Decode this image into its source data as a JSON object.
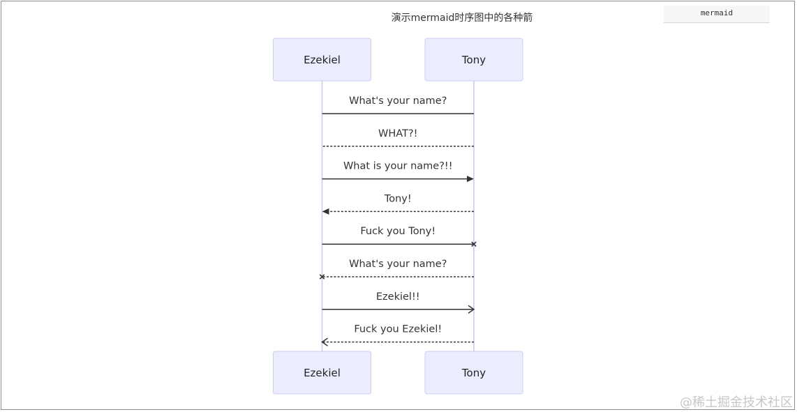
{
  "code_block": {
    "language_label": "mermaid"
  },
  "diagram": {
    "title": "演示mermaid时序图中的各种箭",
    "participants": [
      {
        "id": "ezekiel",
        "label": "Ezekiel"
      },
      {
        "id": "tony",
        "label": "Tony"
      }
    ],
    "messages": [
      {
        "from": "tony",
        "to": "ezekiel",
        "text": "What's your name?",
        "line": "solid",
        "head": "none"
      },
      {
        "from": "tony",
        "to": "ezekiel",
        "text": "WHAT?!",
        "line": "dotted",
        "head": "none"
      },
      {
        "from": "ezekiel",
        "to": "tony",
        "text": "What is your name?!!",
        "line": "solid",
        "head": "filled"
      },
      {
        "from": "tony",
        "to": "ezekiel",
        "text": "Tony!",
        "line": "dotted",
        "head": "filled"
      },
      {
        "from": "ezekiel",
        "to": "tony",
        "text": "Fuck you Tony!",
        "line": "solid",
        "head": "cross"
      },
      {
        "from": "tony",
        "to": "ezekiel",
        "text": "What's your name?",
        "line": "dotted",
        "head": "cross"
      },
      {
        "from": "ezekiel",
        "to": "tony",
        "text": "Ezekiel!!",
        "line": "solid",
        "head": "open"
      },
      {
        "from": "tony",
        "to": "ezekiel",
        "text": "Fuck you Ezekiel!",
        "line": "dotted",
        "head": "open"
      }
    ],
    "colors": {
      "actor_fill": "#ececff",
      "actor_border": "#ccccf2",
      "lifeline": "#ccccf2",
      "message": "#333333"
    }
  },
  "watermark": {
    "text": "@稀土掘金技术社区"
  }
}
